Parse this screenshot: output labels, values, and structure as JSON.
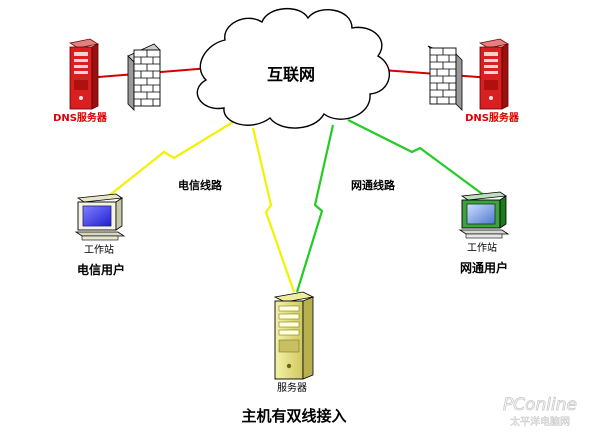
{
  "cloud_label": "互联网",
  "dns_left_label": "DNS服务器",
  "dns_right_label": "DNS服务器",
  "line_label_telecom": "电信线路",
  "line_label_netcom": "网通线路",
  "ws_left_caption": "工作站",
  "ws_right_caption": "工作站",
  "user_left_label": "电信用户",
  "user_right_label": "网通用户",
  "server_caption": "服务器",
  "diagram_title": "主机有双线接入",
  "watermark_brand": "PConline",
  "watermark_sub": "太平洋电脑网",
  "colors": {
    "telecom_line": "#f2f200",
    "netcom_line": "#22cc22",
    "dns_link": "#d40000",
    "dns_label": "#dd0000",
    "server_yellow": "#e8e470",
    "ws_left_blue": "#4040ff",
    "ws_right_green": "#2a9a2a"
  }
}
